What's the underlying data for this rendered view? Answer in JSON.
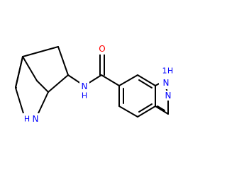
{
  "molecule": {
    "atom_labels": {
      "amide_oxygen": "O",
      "amide_nitrogen": "N",
      "amide_hydrogen": "H",
      "bicyclic_amine_nitrogen": "N",
      "bicyclic_amine_hydrogen": "H",
      "indazole_n1": "N",
      "indazole_n1_hydrogen": "H",
      "indazole_n1_prefix": "1",
      "indazole_n2": "N"
    },
    "colors": {
      "bond": "#000000",
      "nitrogen": "#0000ff",
      "oxygen": "#ff0000",
      "background": "#ffffff"
    }
  }
}
